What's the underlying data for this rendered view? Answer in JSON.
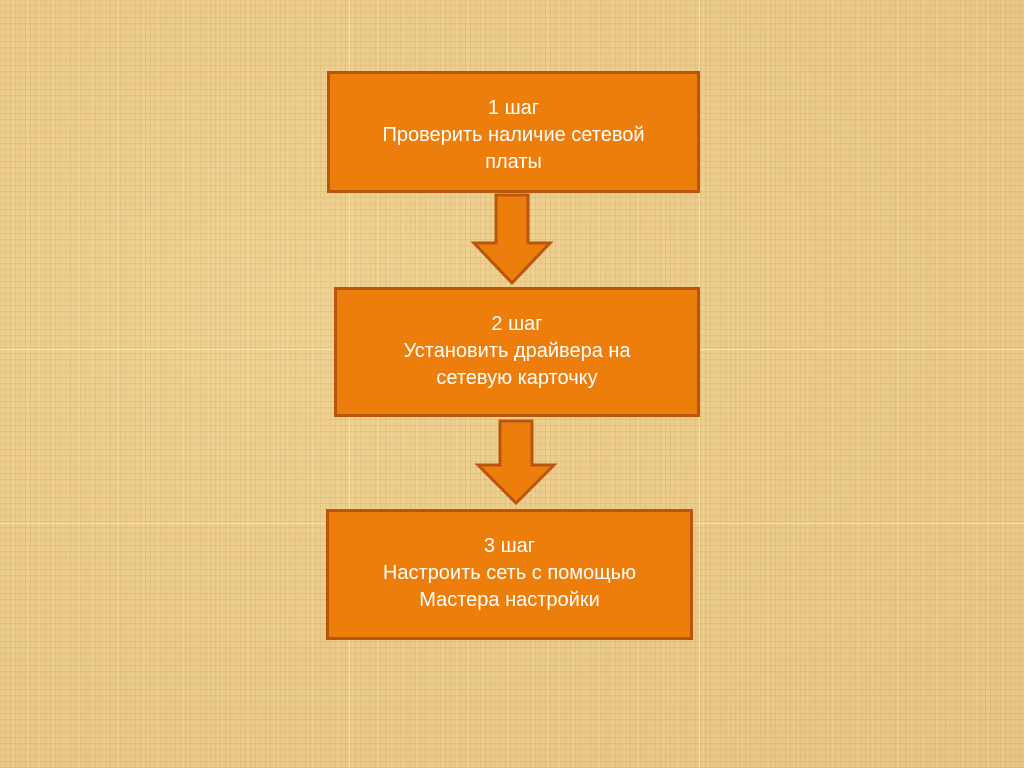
{
  "steps": [
    {
      "title": "1 шаг",
      "line1": "Проверить наличие сетевой",
      "line2": "платы"
    },
    {
      "title": "2 шаг",
      "line1": "Установить драйвера на",
      "line2": "сетевую карточку"
    },
    {
      "title": "3 шаг",
      "line1": "Настроить сеть с помощью",
      "line2": "Мастера настройки"
    }
  ],
  "colors": {
    "box_fill": "#ee7e0c",
    "box_border": "#b8560e",
    "arrow_fill": "#ee7e0c",
    "arrow_border": "#b8560e",
    "text": "#ffffff"
  }
}
